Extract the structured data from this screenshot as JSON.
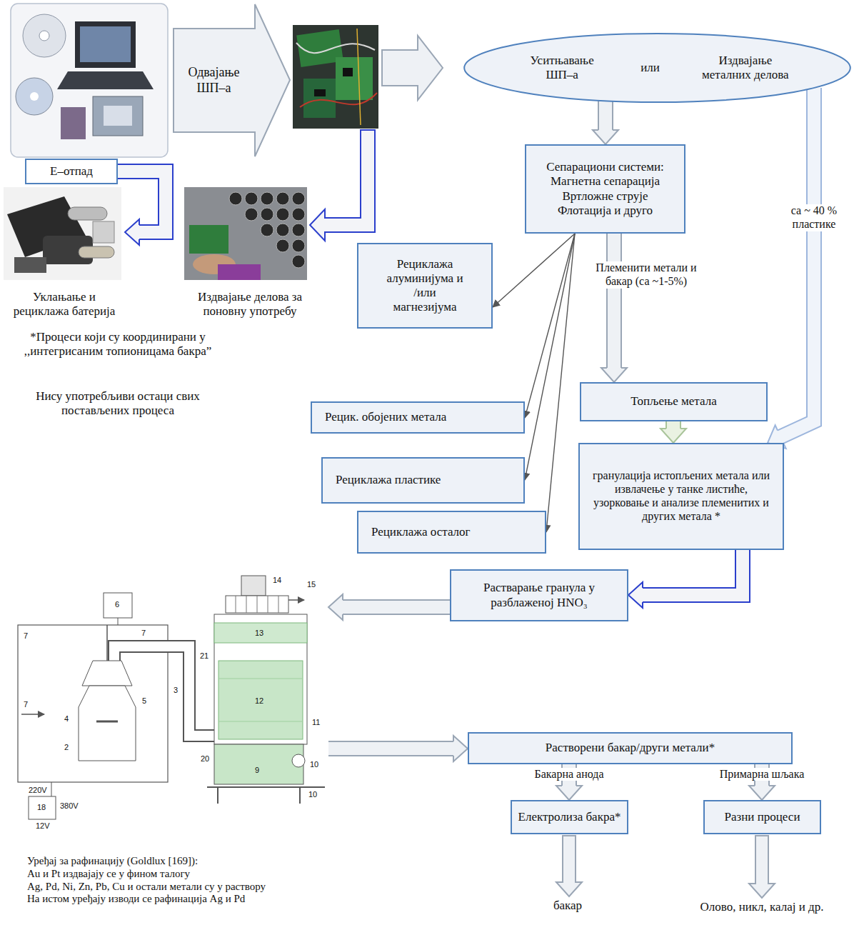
{
  "diagram": {
    "nodes": [
      {
        "text": [
          "Е–отпад"
        ]
      },
      {
        "text": [
          "Одвајање ШП–а"
        ]
      },
      {
        "text": [
          "Уклањање и рециклажа батерија"
        ]
      },
      {
        "text": [
          "Издвајање делова за поновну употребу"
        ]
      },
      {
        "text": [
          "Уситњавање ШП–а",
          "или",
          "Издвајање металних делова"
        ]
      },
      {
        "text": [
          "Сепарациони системи: Магнетна сепарација Вртложне струје Флотација и друго"
        ]
      },
      {
        "text": [
          "Рециклажа алуминијума и /или магнезијума"
        ]
      },
      {
        "text": [
          "Рецик. обојених метала"
        ]
      },
      {
        "text": [
          "Рециклажа пластике"
        ]
      },
      {
        "text": [
          "Рециклажа осталог"
        ]
      },
      {
        "text": [
          "Топљење метала"
        ]
      },
      {
        "text": [
          "гранулација истопљених метала или извлачење у танке листиће, узорковање и анализе племенитих и других метала *"
        ]
      },
      {
        "text": [
          "Растварање гранула у разблаженој HNO₃"
        ]
      },
      {
        "text": [
          "Уређај за рафинацију (Goldlux [169]):",
          "Au и Pt издвајају се у фином талогу",
          "Ag, Pd, Ni, Zn, Pb, Cu и остали метали су у раствору",
          "На истом уређају изводи се рафинација Ag и Pd"
        ]
      },
      {
        "text": [
          "Растворени бакар/други метали*"
        ]
      },
      {
        "text": [
          "Електролиза бакра*"
        ]
      },
      {
        "text": [
          "Разни процеси"
        ]
      }
    ],
    "edges": [
      {
        "from": 0,
        "to": 2,
        "arrow": "to"
      },
      {
        "from": 4,
        "to": 5,
        "arrow": "to"
      },
      {
        "from": 4,
        "to": 11,
        "arrow": "to",
        "label": "са ~ 40 % пластике"
      },
      {
        "from": 5,
        "to": 6,
        "arrow": "to"
      },
      {
        "from": 5,
        "to": 7,
        "arrow": "to"
      },
      {
        "from": 5,
        "to": 8,
        "arrow": "to"
      },
      {
        "from": 5,
        "to": 9,
        "arrow": "to"
      },
      {
        "from": 5,
        "to": 10,
        "arrow": "to",
        "label": "Племенити метали и бакар (са ~1-5%)"
      },
      {
        "from": 10,
        "to": 11,
        "arrow": "to"
      },
      {
        "from": 11,
        "to": 12,
        "arrow": "to"
      },
      {
        "from": 12,
        "to": 13,
        "arrow": "to"
      },
      {
        "from": 13,
        "to": 14,
        "arrow": "to"
      },
      {
        "from": 14,
        "to": 15,
        "arrow": "to",
        "label": "Бакарна анода"
      },
      {
        "from": 14,
        "to": 16,
        "arrow": "to",
        "label": "Примарна шљака"
      }
    ],
    "labels": [
      "*Процеси који су координирани у ,,интегрисаним топионицама бакра”",
      "Нису употребљиви остаци свих постављених процеса",
      "14",
      "15",
      "13",
      "21",
      "12",
      "6",
      "7",
      "7",
      "7",
      "5",
      "4",
      "2",
      "3",
      "11",
      "10",
      "10",
      "20",
      "9",
      "220V",
      "18",
      "380V",
      "12V",
      "бакар",
      "Олово, никл, калај и др."
    ]
  }
}
